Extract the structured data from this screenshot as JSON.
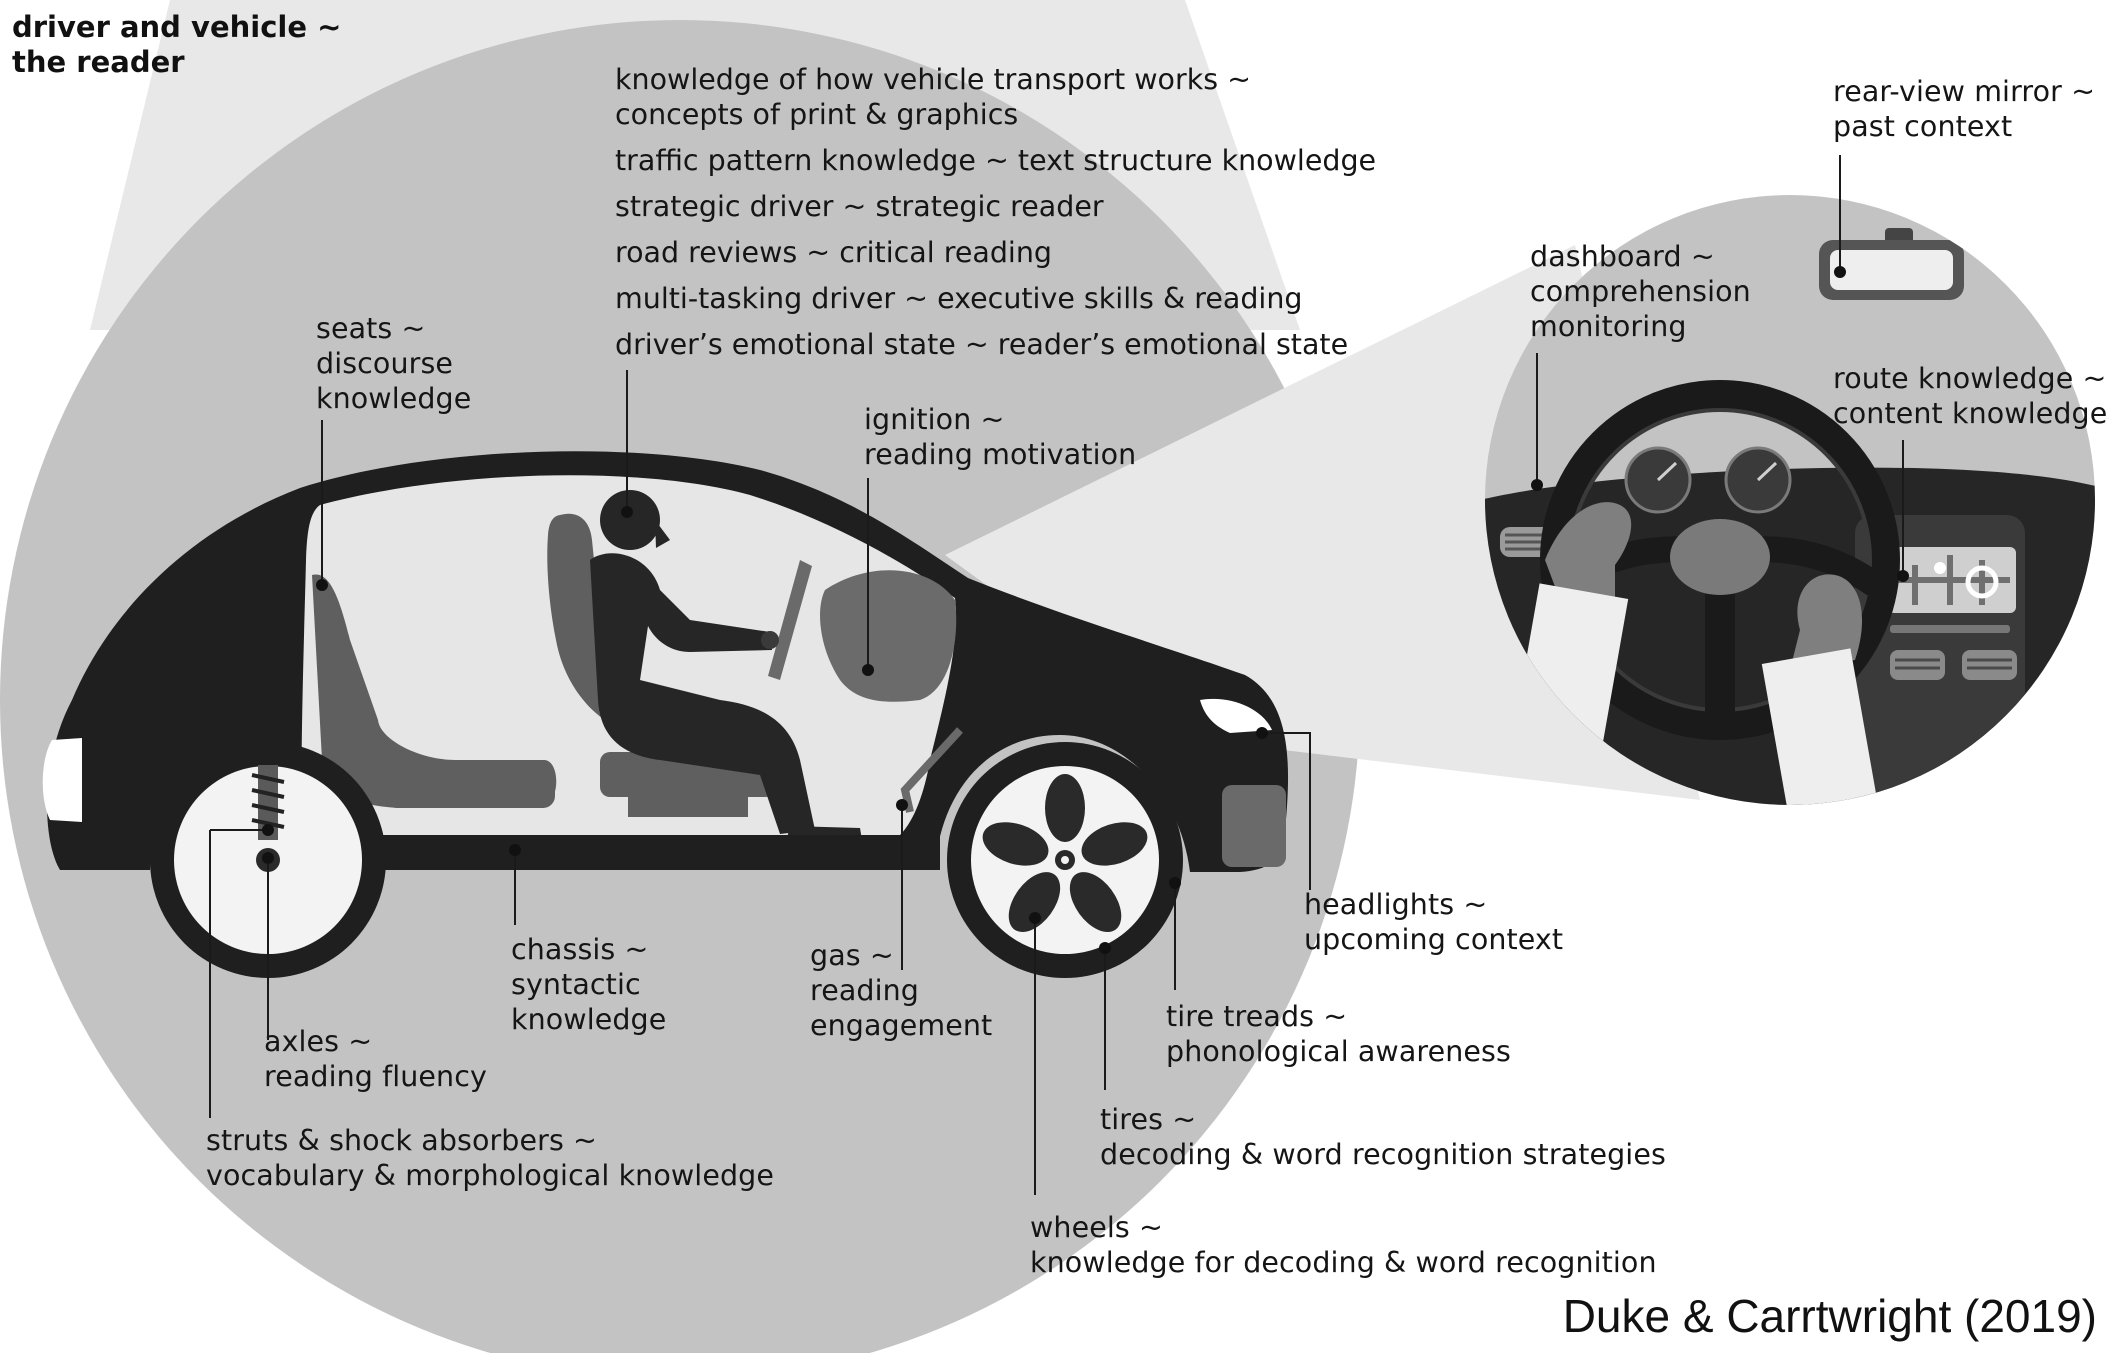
{
  "title": {
    "line1": "driver and vehicle ~",
    "line2": "the reader"
  },
  "top_list": [
    {
      "line1": "knowledge of how vehicle transport works ~",
      "line2": "concepts of print & graphics"
    },
    {
      "line1": "traffic pattern knowledge ~ text structure knowledge",
      "line2": ""
    },
    {
      "line1": "strategic driver ~ strategic reader",
      "line2": ""
    },
    {
      "line1": "road reviews ~ critical reading",
      "line2": ""
    },
    {
      "line1": "multi-tasking driver ~ executive skills & reading",
      "line2": ""
    },
    {
      "line1": "driver’s emotional state ~ reader’s emotional state",
      "line2": ""
    }
  ],
  "labels": {
    "seats": {
      "line1": "seats ~",
      "line2": "discourse",
      "line3": "knowledge"
    },
    "ignition": {
      "line1": "ignition ~",
      "line2": "reading motivation"
    },
    "chassis": {
      "line1": "chassis ~",
      "line2": "syntactic",
      "line3": "knowledge"
    },
    "gas": {
      "line1": "gas ~",
      "line2": "reading",
      "line3": "engagement"
    },
    "axles": {
      "line1": "axles ~",
      "line2": "reading fluency"
    },
    "struts": {
      "line1": "struts & shock absorbers ~",
      "line2": "vocabulary & morphological knowledge"
    },
    "headlights": {
      "line1": "headlights ~",
      "line2": "upcoming context"
    },
    "tire_treads": {
      "line1": "tire treads ~",
      "line2": "phonological awareness"
    },
    "tires": {
      "line1": "tires ~",
      "line2": "decoding & word recognition strategies"
    },
    "wheels": {
      "line1": "wheels ~",
      "line2": "knowledge for decoding & word recognition"
    },
    "rear_view": {
      "line1": "rear-view mirror ~",
      "line2": "past context"
    },
    "dashboard": {
      "line1": "dashboard ~",
      "line2": "comprehension",
      "line3": "monitoring"
    },
    "route": {
      "line1": "route knowledge ~",
      "line2": "content knowledge"
    }
  },
  "credit": "Duke & Carrtwright (2019)",
  "colors": {
    "big_circle": "#c3c3c3",
    "light_cone": "#e8e8e8",
    "car_body": "#1f1f1f",
    "interior": "#e6e6e6",
    "seat": "#5f5f5f",
    "tire_white": "#f3f3f3"
  },
  "icons": [
    "car-icon",
    "driver-icon",
    "steering-wheel-icon",
    "rear-view-mirror-icon",
    "gps-screen-icon",
    "hand-icon"
  ]
}
